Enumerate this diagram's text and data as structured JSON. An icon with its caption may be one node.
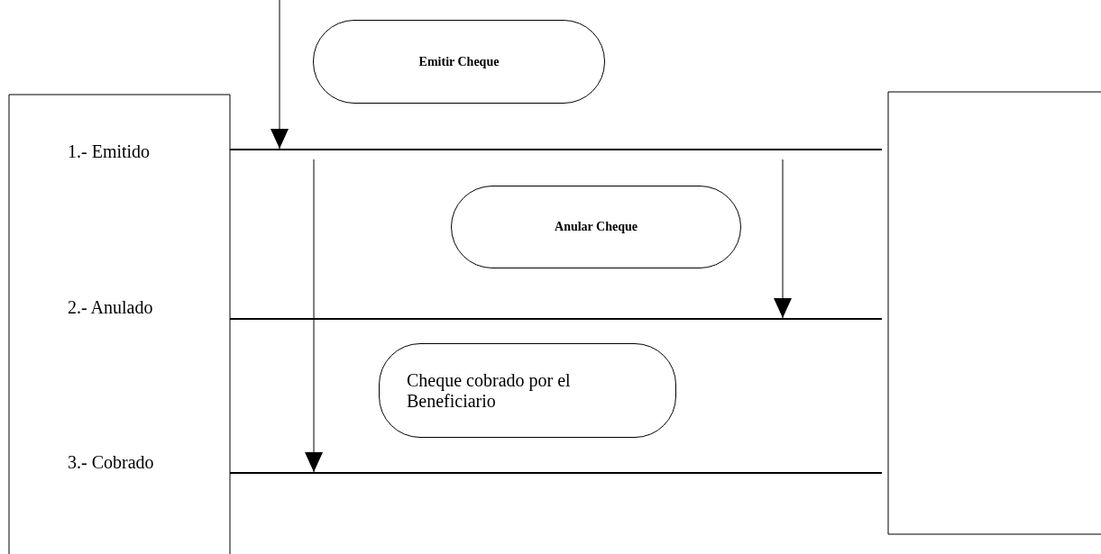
{
  "diagram": {
    "nodes": [
      {
        "text": [
          "Emitir Cheque"
        ]
      },
      {
        "text": [],
        "shape": "bar"
      },
      {
        "text": [
          "Anular Cheque"
        ]
      },
      {
        "text": [],
        "shape": "bar"
      },
      {
        "text": [
          "Cheque cobrado por el Beneficiario"
        ]
      },
      {
        "text": [],
        "shape": "bar"
      }
    ],
    "labels": [
      "1.- Emitido",
      "2.- Anulado",
      "3.- Cobrado"
    ],
    "edges": [
      {
        "from": null,
        "to": 1,
        "arrow": "to"
      },
      {
        "from": 1,
        "to": 5,
        "arrow": "to"
      },
      {
        "from": 1,
        "to": 3,
        "arrow": "to"
      }
    ]
  }
}
